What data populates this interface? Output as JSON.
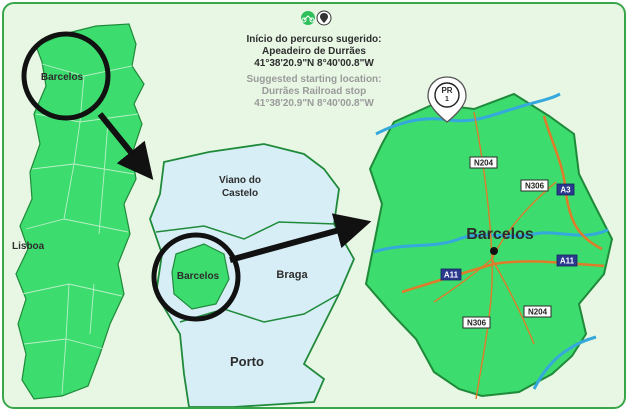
{
  "start_info": {
    "pt_heading": "Início do percurso sugerido:",
    "pt_place": "Apeadeiro de Durrães",
    "pt_coords": "41°38'20.9\"N 8°40'00.8\"W",
    "en_heading": "Suggested starting location:",
    "en_place": "Durrães Railroad stop",
    "en_coords": "41°38'20.9\"N 8°40'00.8\"W",
    "icons": [
      "cyclist-icon",
      "location-pin-icon"
    ]
  },
  "portugal_map": {
    "highlight_label": "Barcelos",
    "capital_label": "Lisboa"
  },
  "district_map": {
    "regions": [
      "Viano do Castelo",
      "Braga",
      "Porto"
    ],
    "highlight_label": "Barcelos"
  },
  "municipality_map": {
    "title": "Barcelos",
    "marker_label": "PR\n1",
    "roads": [
      "N204",
      "N306",
      "N306",
      "N204"
    ],
    "highways": [
      "A3",
      "A11",
      "A11"
    ]
  },
  "colors": {
    "land": "#3ddc6e",
    "district_fill": "#d7eef7",
    "border": "#1f8a3a",
    "river": "#35a8dc",
    "road": "#e07b2a",
    "highlight_circle": "#111111"
  }
}
